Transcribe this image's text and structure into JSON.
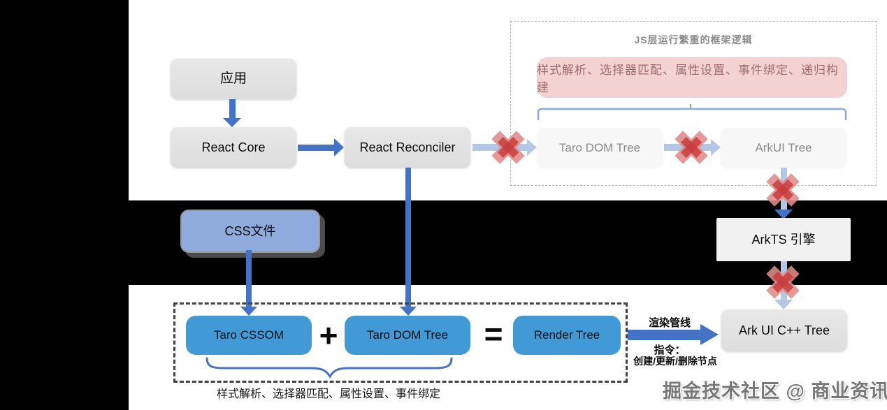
{
  "nodes": {
    "app": "应用",
    "react_core": "React Core",
    "react_reconciler": "React Reconciler",
    "taro_dom_tree_top": "Taro DOM Tree",
    "arkui_tree": "ArkUI Tree",
    "arkts_engine": "ArkTS 引擎",
    "ark_ui_cpp_tree": "Ark UI C++ Tree",
    "css_file": "CSS文件",
    "taro_cssom": "Taro CSSOM",
    "taro_dom_tree_bottom": "Taro DOM Tree",
    "render_tree": "Render Tree"
  },
  "js_layer": {
    "title": "JS层运行繁重的框架逻辑",
    "heavy_ops": "样式解析、选择器匹配、属性设置、事件绑定、递归构建"
  },
  "operators": {
    "plus": "+",
    "equals": "="
  },
  "annotations": {
    "render_tree_ops": "样式解析、选择器匹配、属性设置、事件绑定",
    "pipeline_label": "渲染管线",
    "instruction_title": "指令：",
    "instruction_detail": "创建/更新/删除节点"
  },
  "watermark": "掘金技术社区 @ 商业资讯",
  "colors": {
    "arrow_blue": "#4472C4",
    "arrow_light_blue": "#B4C7E7",
    "node_blue": "#4199D5",
    "css_box_blue": "#8FAADC",
    "gray_node": "#E4E3E3",
    "pink_box_bg": "#F4D2D2",
    "pink_box_text": "#9E6D6D",
    "red_x_outer": "#E08B8B",
    "red_x_inner": "#C83D3D",
    "background_band": "#000000"
  }
}
